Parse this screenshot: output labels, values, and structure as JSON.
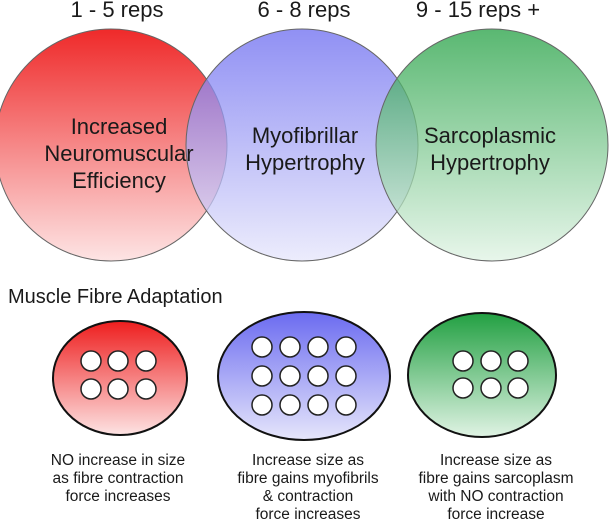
{
  "rep_ranges": [
    "1 - 5 reps",
    "6 - 8 reps",
    "9 - 15 reps +"
  ],
  "venn_labels": [
    [
      "Increased",
      "Neuromuscular",
      "Efficiency"
    ],
    [
      "Myofibrillar",
      "Hypertrophy"
    ],
    [
      "Sarcoplasmic",
      "Hypertrophy"
    ]
  ],
  "subtitle": "Muscle Fibre Adaptation",
  "captions": [
    [
      "NO increase in size",
      "as fibre contraction",
      "force increases"
    ],
    [
      "Increase size as",
      "fibre gains myofibrils",
      "& contraction",
      "force increases"
    ],
    [
      "Increase size as",
      "fibre gains sarcoplasm",
      "with NO contraction",
      "force increase"
    ]
  ],
  "colors": {
    "red": "#ee2222",
    "blue": "#7070ee",
    "green": "#2fa84a"
  }
}
